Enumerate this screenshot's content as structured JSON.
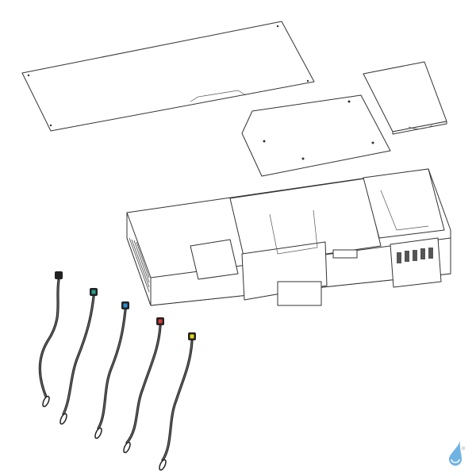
{
  "diagram": {
    "parts": [
      "top-cover",
      "small-cover-plate",
      "inner-cover-plate",
      "chassis",
      "sensor-cables"
    ],
    "cables": [
      {
        "connector_color": "#222222"
      },
      {
        "connector_color": "#2a9d8f"
      },
      {
        "connector_color": "#2b8fd6"
      },
      {
        "connector_color": "#d63a3a"
      },
      {
        "connector_color": "#e8d21c"
      }
    ],
    "logo": {
      "icon": "water-drop-icon",
      "color": "#6fb3e3"
    }
  }
}
